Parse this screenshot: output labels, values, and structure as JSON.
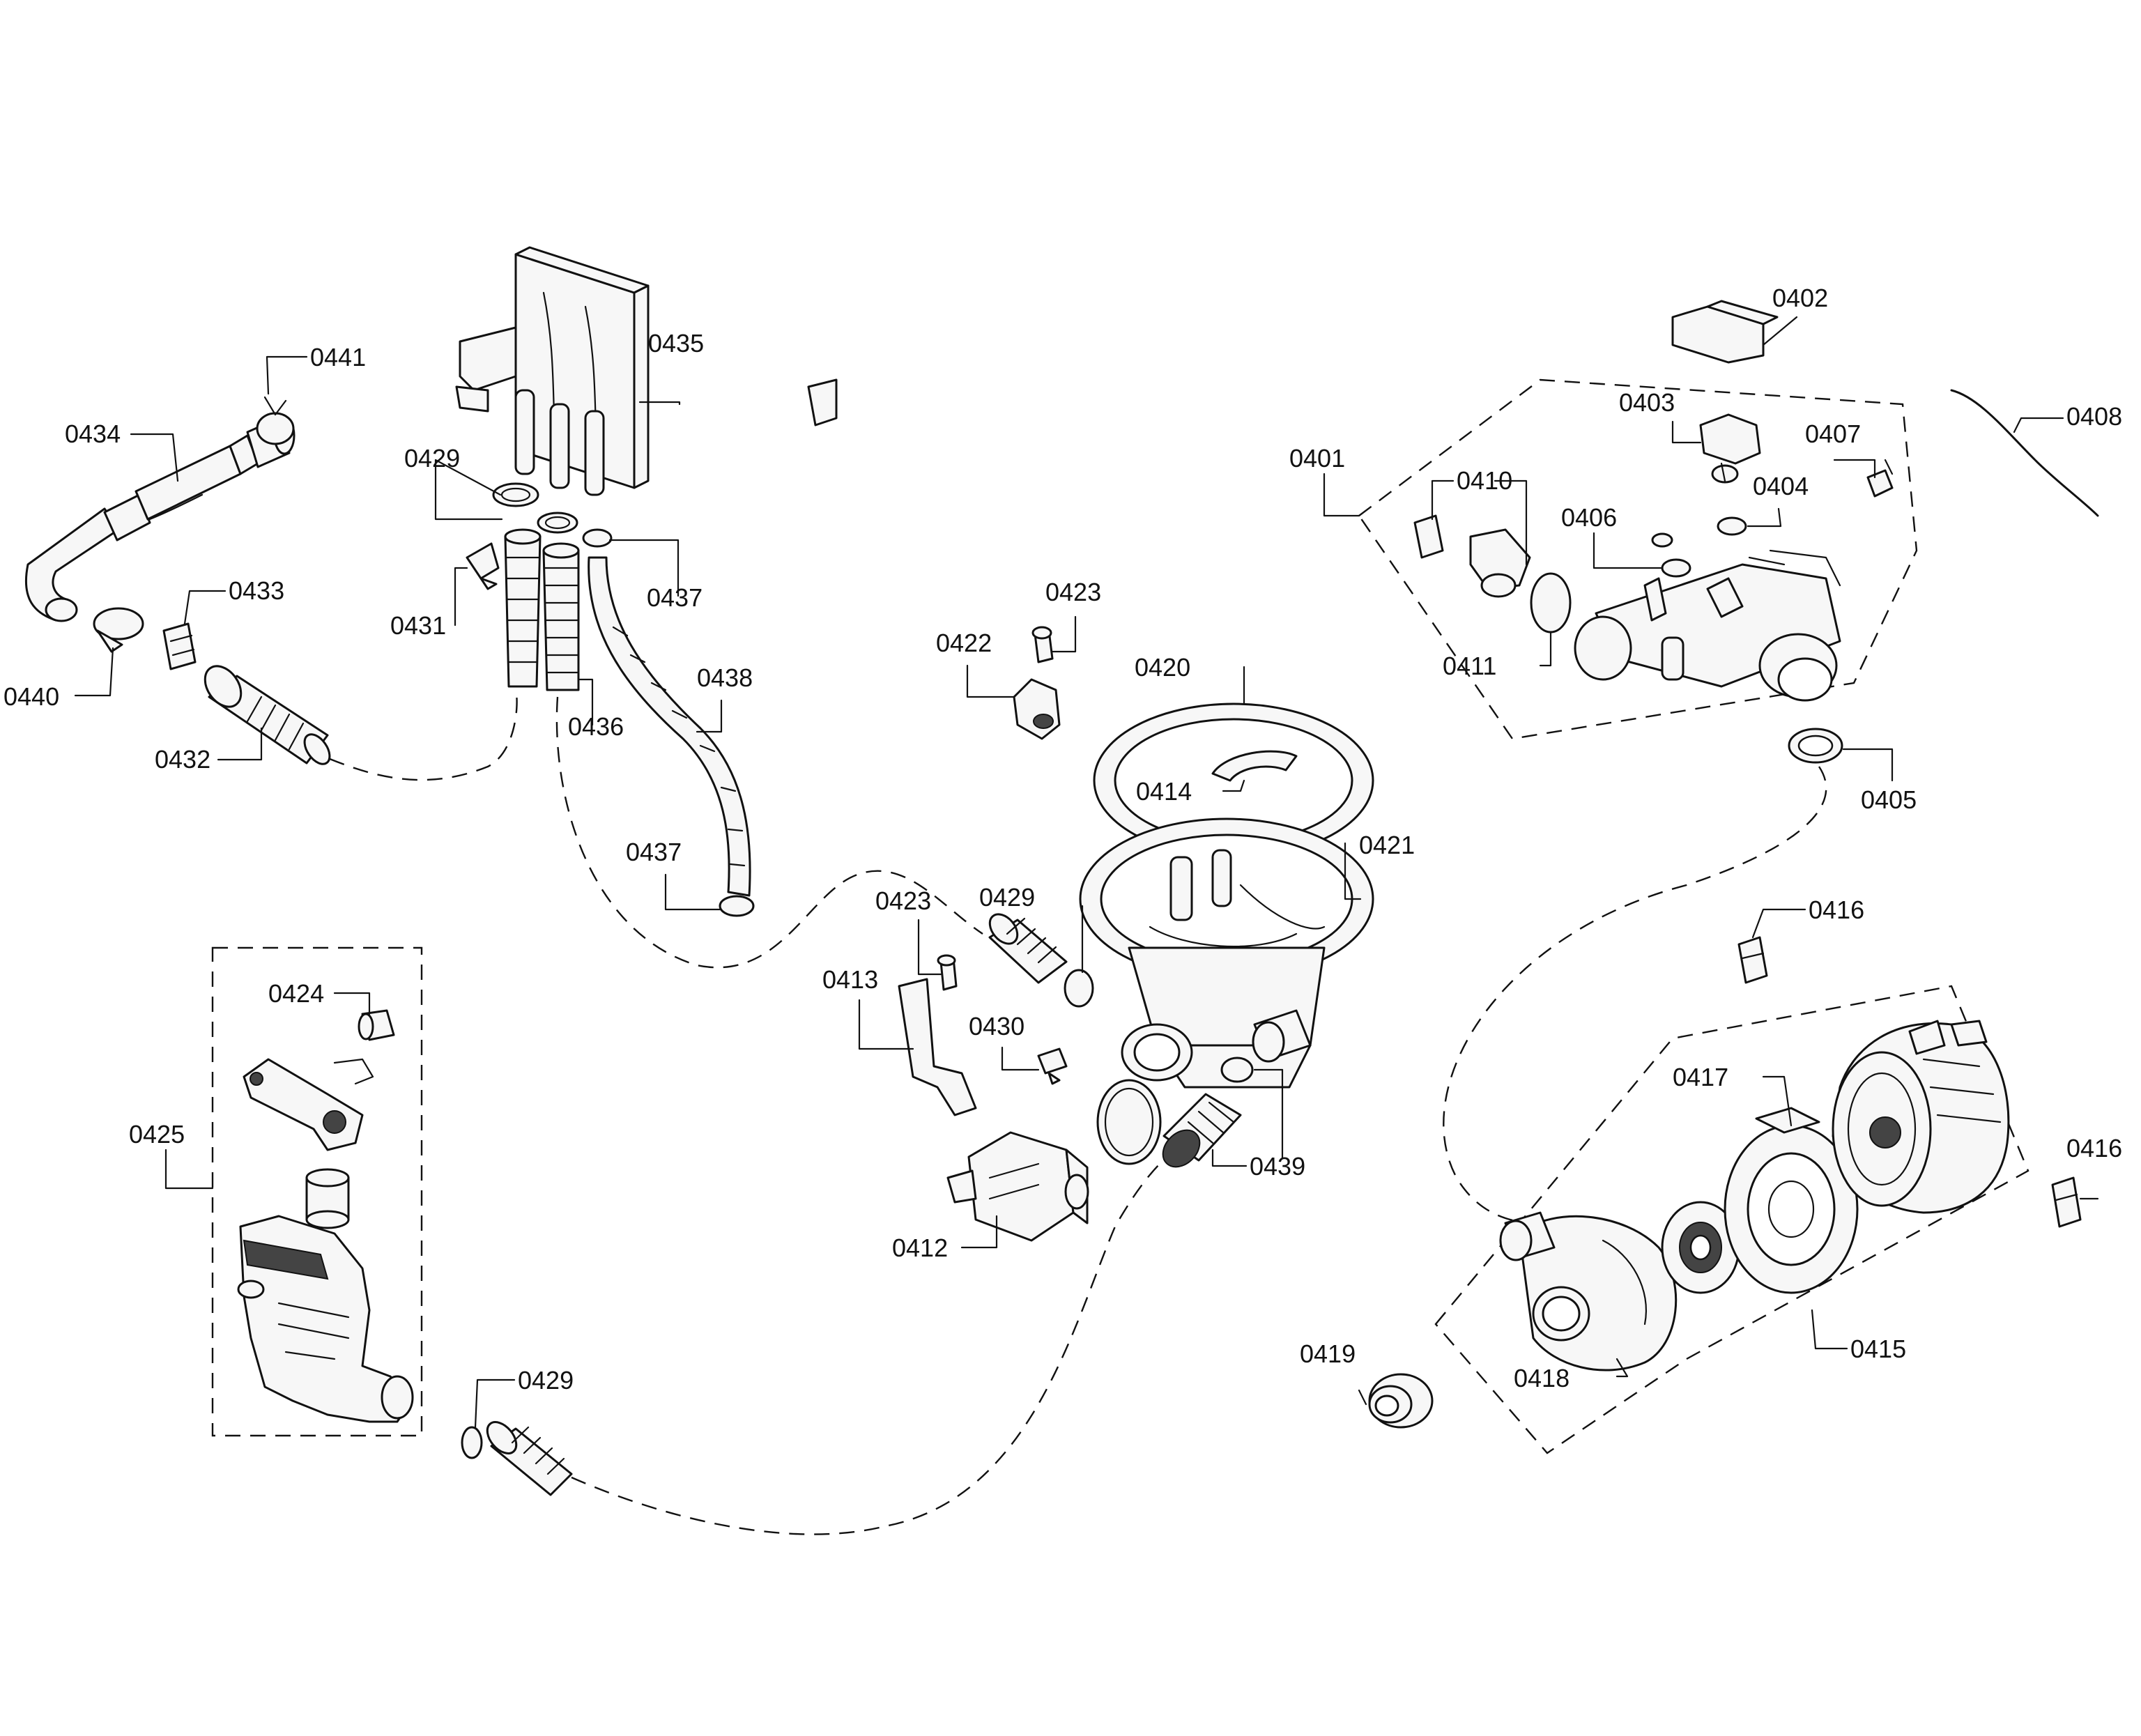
{
  "labels": {
    "p0401": "0401",
    "p0402": "0402",
    "p0403": "0403",
    "p0404": "0404",
    "p0405": "0405",
    "p0406": "0406",
    "p0407": "0407",
    "p0408": "0408",
    "p0410": "0410",
    "p0411": "0411",
    "p0412": "0412",
    "p0413": "0413",
    "p0414": "0414",
    "p0415": "0415",
    "p0416": "0416",
    "p0417": "0417",
    "p0418": "0418",
    "p0419": "0419",
    "p0420": "0420",
    "p0421": "0421",
    "p0422": "0422",
    "p0423": "0423",
    "p0424": "0424",
    "p0425": "0425",
    "p0429": "0429",
    "p0430": "0430",
    "p0431": "0431",
    "p0432": "0432",
    "p0433": "0433",
    "p0434": "0434",
    "p0435": "0435",
    "p0436": "0436",
    "p0437": "0437",
    "p0438": "0438",
    "p0439": "0439",
    "p0440": "0440",
    "p0441": "0441"
  }
}
